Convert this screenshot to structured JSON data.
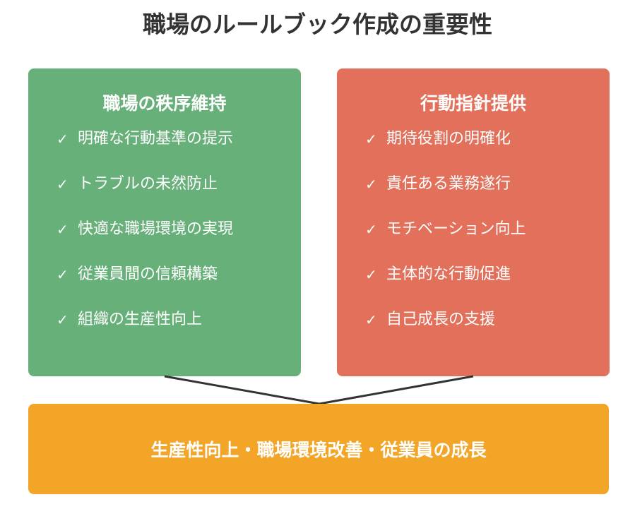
{
  "title": "職場のルールブック作成の重要性",
  "colors": {
    "left_card": "#67b07a",
    "right_card": "#e2705a",
    "result_box": "#f2a526",
    "connector": "#333333",
    "title_text": "#333333"
  },
  "left_card": {
    "title": "職場の秩序維持",
    "check_icon": "✓",
    "items": [
      "明確な行動基準の提示",
      "トラブルの未然防止",
      "快適な職場環境の実現",
      "従業員間の信頼構築",
      "組織の生産性向上"
    ]
  },
  "right_card": {
    "title": "行動指針提供",
    "check_icon": "✓",
    "items": [
      "期待役割の明確化",
      "責任ある業務遂行",
      "モチベーション向上",
      "主体的な行動促進",
      "自己成長の支援"
    ]
  },
  "result": {
    "label": "生産性向上・職場環境改善・従業員の成長"
  }
}
